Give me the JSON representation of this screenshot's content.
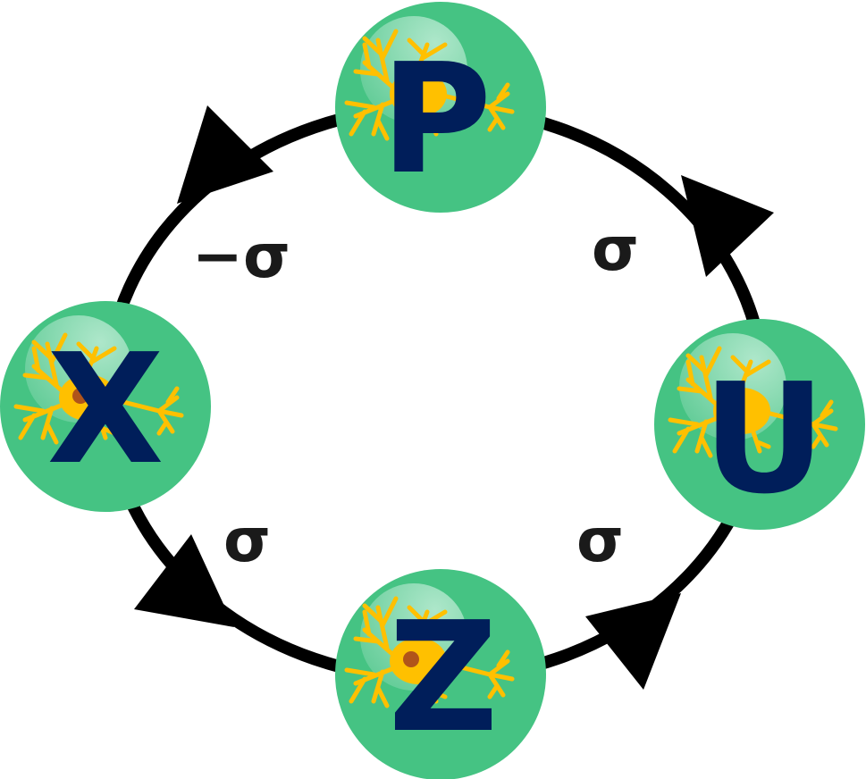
{
  "diagram": {
    "colors": {
      "node_fill": "#45C383",
      "highlight": "#B5E8CF",
      "neuron": "#FFC000",
      "nucleus": "#B0541A",
      "letter": "#001E5A",
      "ring": "#000000"
    },
    "nodes": [
      {
        "id": "P",
        "label": "P"
      },
      {
        "id": "U",
        "label": "U"
      },
      {
        "id": "Z",
        "label": "Z"
      },
      {
        "id": "X",
        "label": "X"
      }
    ],
    "edges": [
      {
        "from": "Z",
        "to": "U",
        "label": "σ"
      },
      {
        "from": "U",
        "to": "P",
        "label": "σ"
      },
      {
        "from": "P",
        "to": "X",
        "label": "−σ"
      },
      {
        "from": "X",
        "to": "Z",
        "label": "σ"
      }
    ]
  }
}
